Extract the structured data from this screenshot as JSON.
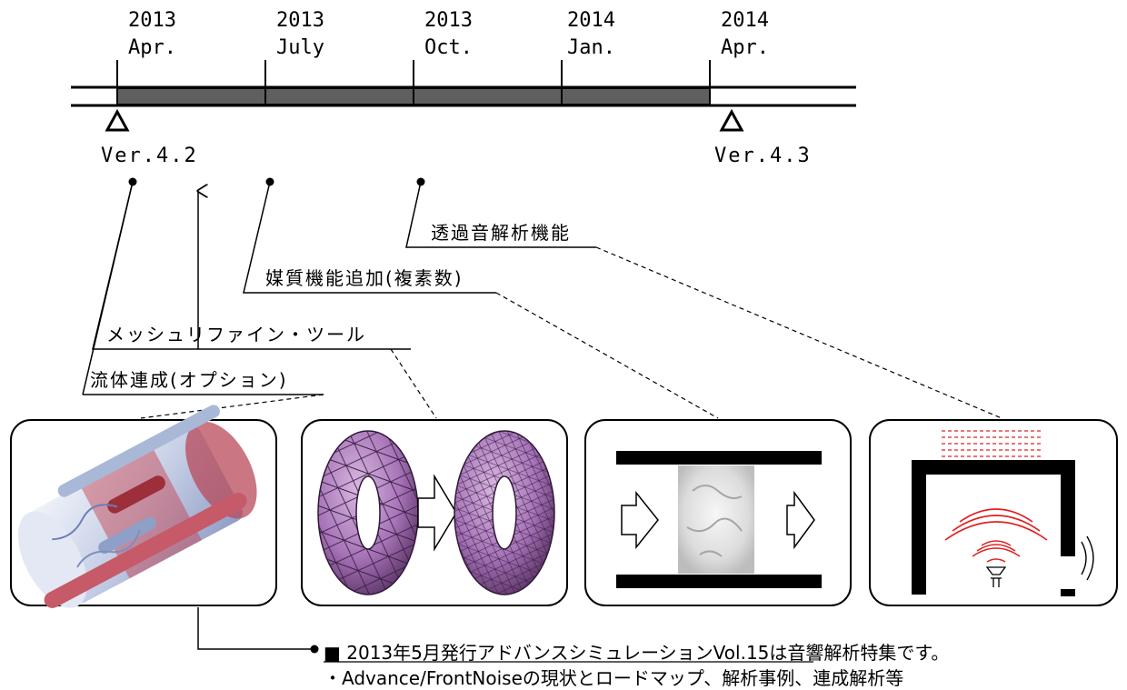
{
  "timeline": {
    "dates": [
      {
        "year": "2013",
        "month": "Apr."
      },
      {
        "year": "2013",
        "month": "July"
      },
      {
        "year": "2013",
        "month": "Oct."
      },
      {
        "year": "2014",
        "month": "Jan."
      },
      {
        "year": "2014",
        "month": "Apr."
      }
    ],
    "versions": [
      "Ver.4.2",
      "Ver.4.3"
    ]
  },
  "features": {
    "transmission": "透過音解析機能",
    "medium": "媒質機能追加(複素数)",
    "mesh_refine": "メッシュリファイン・ツール",
    "fluid_coupling": "流体連成(オプション)"
  },
  "note": {
    "headline": "■ 2013年5月発行アドバンスシミュレーションVol.15は音響解析特集です。",
    "detail": "・Advance/FrontNoiseの現状とロードマップ、解析事例、連成解析等"
  }
}
